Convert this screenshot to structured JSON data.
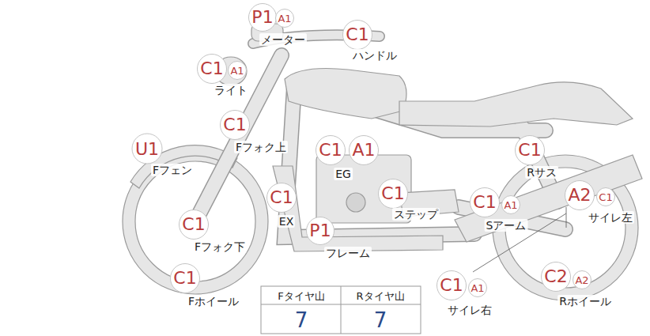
{
  "diagram": {
    "labels": [
      "P1",
      "A1",
      "メーター",
      "C1",
      "ハンドル",
      "C1",
      "A1",
      "ライト",
      "C1",
      "Fフォク上",
      "U1",
      "Fフェン",
      "C1",
      "A1",
      "EG",
      "C1",
      "Rサス",
      "A2",
      "C1",
      "サイレ左",
      "C1",
      "EX",
      "C1",
      "ステップ",
      "C1",
      "A1",
      "Sアーム",
      "C1",
      "Fフォク下",
      "P1",
      "フレーム",
      "C1",
      "Fホイール",
      "C1",
      "A1",
      "サイレ右",
      "C2",
      "A2",
      "Rホイール",
      "Fタイヤ山",
      "Rタイヤ山",
      "7",
      "7"
    ]
  }
}
